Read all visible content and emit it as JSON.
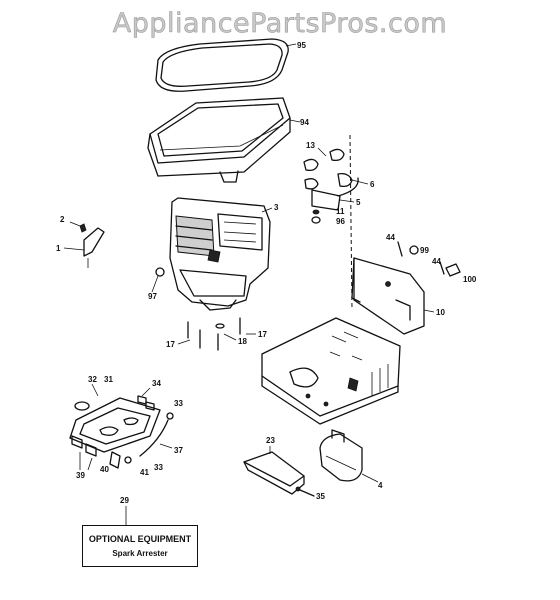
{
  "watermark": "AppliancePartsPros.com",
  "optional_equipment": {
    "title": "OPTIONAL EQUIPMENT",
    "item": "Spark Arrester"
  },
  "callouts": {
    "c95": "95",
    "c94": "94",
    "c13": "13",
    "c6": "6",
    "c5": "5",
    "c11": "11",
    "c96": "96",
    "c3": "3",
    "c2": "2",
    "c1": "1",
    "c97": "97",
    "c44a": "44",
    "c99": "99",
    "c44b": "44",
    "c100": "100",
    "c10": "10",
    "c17a": "17",
    "c18": "18",
    "c17b": "17",
    "c32": "32",
    "c31": "31",
    "c34": "34",
    "c33a": "33",
    "c37": "37",
    "c39": "39",
    "c40": "40",
    "c41": "41",
    "c33b": "33",
    "c23": "23",
    "c4": "4",
    "c35": "35",
    "c29": "29"
  }
}
